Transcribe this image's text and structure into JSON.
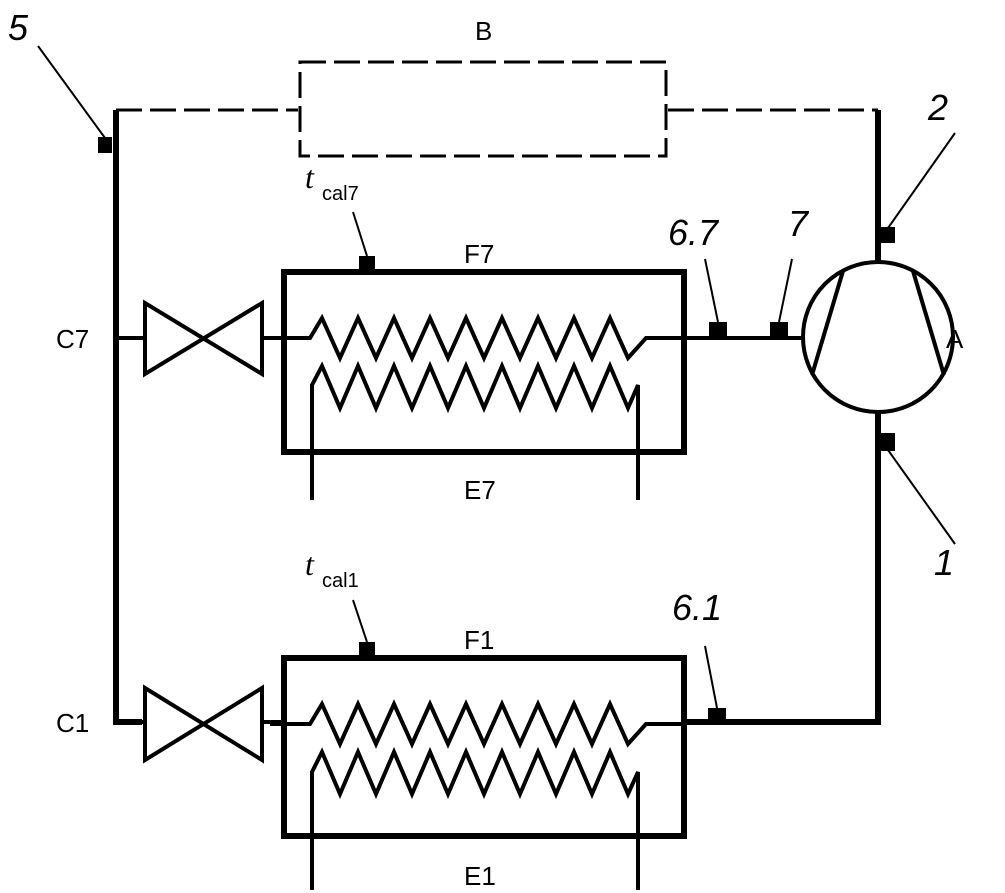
{
  "diagram": {
    "title": "Refrigeration circuit with two calorimeter evaporators",
    "components": {
      "compressor": {
        "label": "A"
      },
      "bypass": {
        "label": "B"
      },
      "valve_upper": {
        "label": "C7"
      },
      "valve_lower": {
        "label": "C1"
      },
      "hx_upper": {
        "top_label": "F7",
        "bottom_label": "E7",
        "sensor": {
          "main": "t",
          "sub": "cal7"
        }
      },
      "hx_lower": {
        "top_label": "F1",
        "bottom_label": "E1",
        "sensor": {
          "main": "t",
          "sub": "cal1"
        }
      }
    },
    "measurement_points": {
      "p1": "1",
      "p2": "2",
      "p5": "5",
      "p67": "6.7",
      "p7": "7",
      "p61": "6.1"
    }
  }
}
